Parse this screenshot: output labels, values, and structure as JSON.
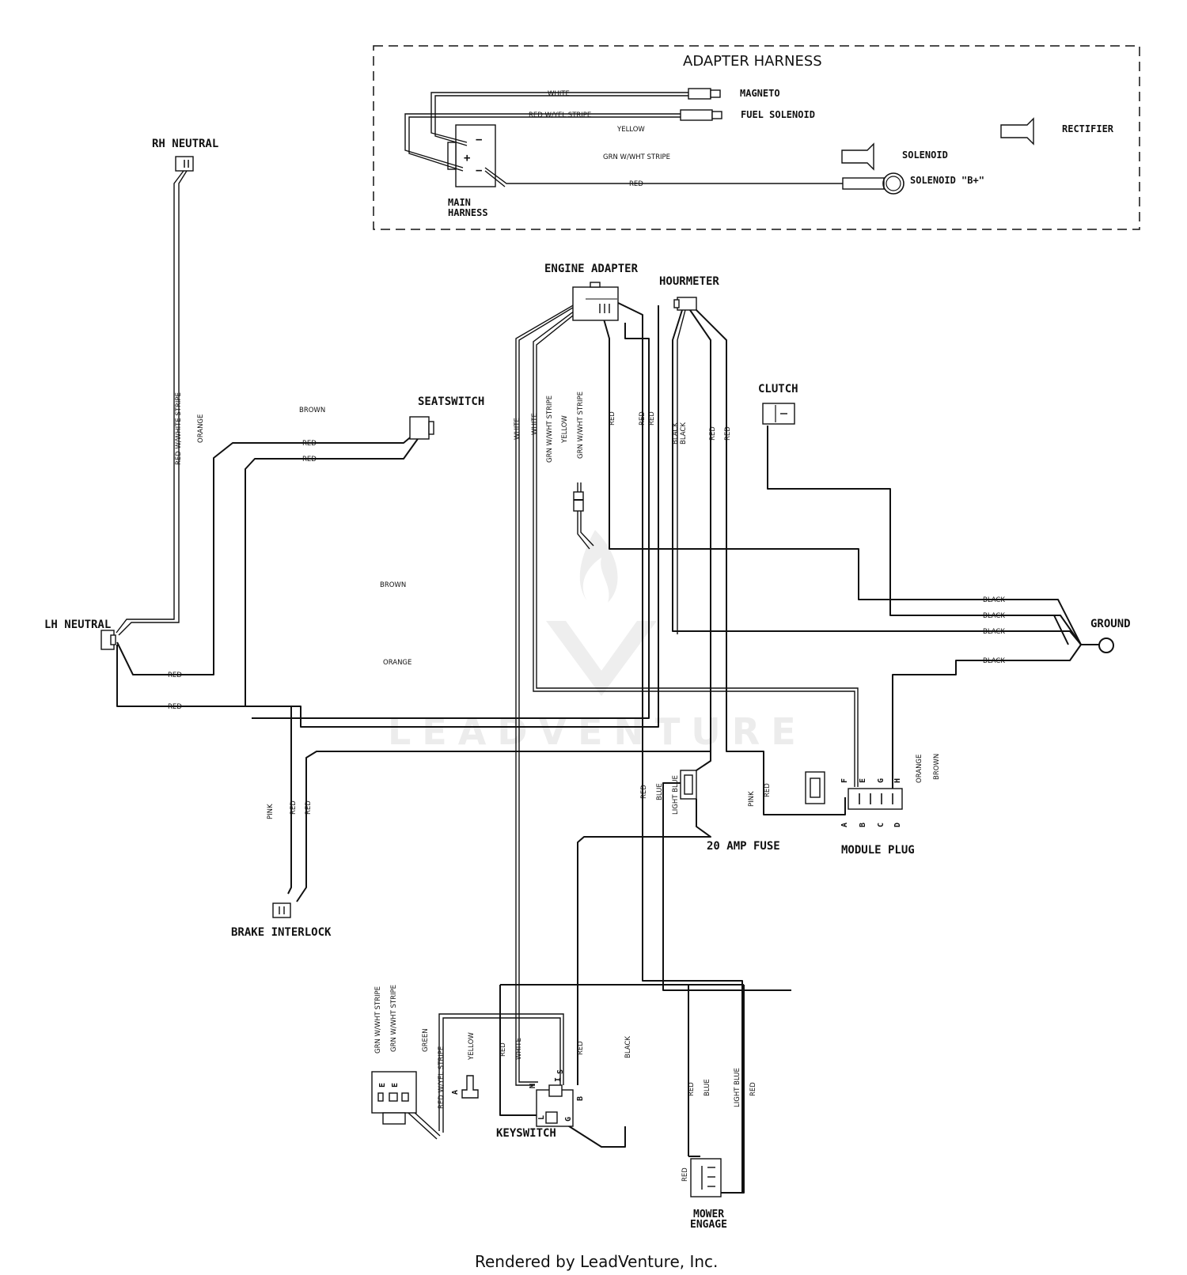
{
  "harness": {
    "title": "ADAPTER HARNESS",
    "main_harness": "MAIN\nHARNESS",
    "magneto": "MAGNETO",
    "fuel_solenoid": "FUEL SOLENOID",
    "rectifier": "RECTIFIER",
    "solenoid": "SOLENOID",
    "solenoid_b": "SOLENOID \"B+\"",
    "plus": "+",
    "minus": "−",
    "wires": {
      "white": "WHITE",
      "red_yel": "RED W/YEL STRIPE",
      "yellow": "YELLOW",
      "grn_wht": "GRN W/WHT STRIPE",
      "red": "RED"
    }
  },
  "components": {
    "rh_neutral": "RH NEUTRAL",
    "lh_neutral": "LH NEUTRAL",
    "seatswitch": "SEATSWITCH",
    "engine_adapter": "ENGINE ADAPTER",
    "hourmeter": "HOURMETER",
    "clutch": "CLUTCH",
    "ground": "GROUND",
    "brake_interlock": "BRAKE INTERLOCK",
    "fuse": "20 AMP FUSE",
    "module_plug": "MODULE PLUG",
    "keyswitch": "KEYSWITCH",
    "mower_engage": "MOWER\nENGAGE"
  },
  "wire_labels": {
    "red_white_stripe": "RED W/WHITE STRIPE",
    "orange": "ORANGE",
    "brown": "BROWN",
    "red": "RED",
    "white": "WHITE",
    "grn_wht": "GRN W/WHT STRIPE",
    "yellow": "YELLOW",
    "black": "BLACK",
    "pink": "PINK",
    "blue": "BLUE",
    "light_blue": "LIGHT BLUE",
    "green": "GREEN",
    "red_yel": "RED W/YEL STRIPE"
  },
  "pins": {
    "module_top": [
      "F",
      "E",
      "G",
      "H"
    ],
    "module_bottom": [
      "A",
      "B",
      "C",
      "D"
    ],
    "keyswitch": [
      "M",
      "I",
      "S",
      "B",
      "L",
      "G"
    ],
    "connector_a": "A",
    "connector_e": "E"
  },
  "watermark": "LEADVENTURE",
  "footer": "Rendered by LeadVenture, Inc."
}
